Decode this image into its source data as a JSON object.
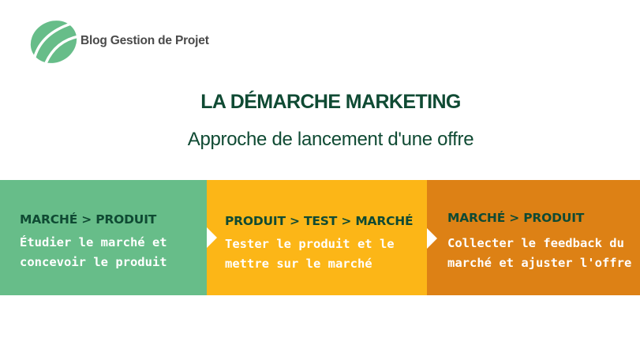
{
  "logo": {
    "icon": "leaf-logo-icon",
    "text": "Blog Gestion de Projet",
    "color": "#67bd89"
  },
  "title": "LA DÉMARCHE MARKETING",
  "subtitle": "Approche de lancement d'une offre",
  "steps": [
    {
      "heading": "MARCHÉ > PRODUIT",
      "lines": [
        "Étudier le marché et",
        "concevoir le produit"
      ],
      "color": "#67bd89"
    },
    {
      "heading": "PRODUIT > TEST > MARCHÉ",
      "lines": [
        "Tester le produit et le",
        "mettre sur le marché"
      ],
      "color": "#fcb617"
    },
    {
      "heading": "MARCHÉ > PRODUIT",
      "lines": [
        "Collecter le feedback du",
        "marché et ajuster l'offre"
      ],
      "color": "#dd8115"
    }
  ],
  "colors": {
    "title": "#0f4a33",
    "arrow": "#ffffff"
  }
}
